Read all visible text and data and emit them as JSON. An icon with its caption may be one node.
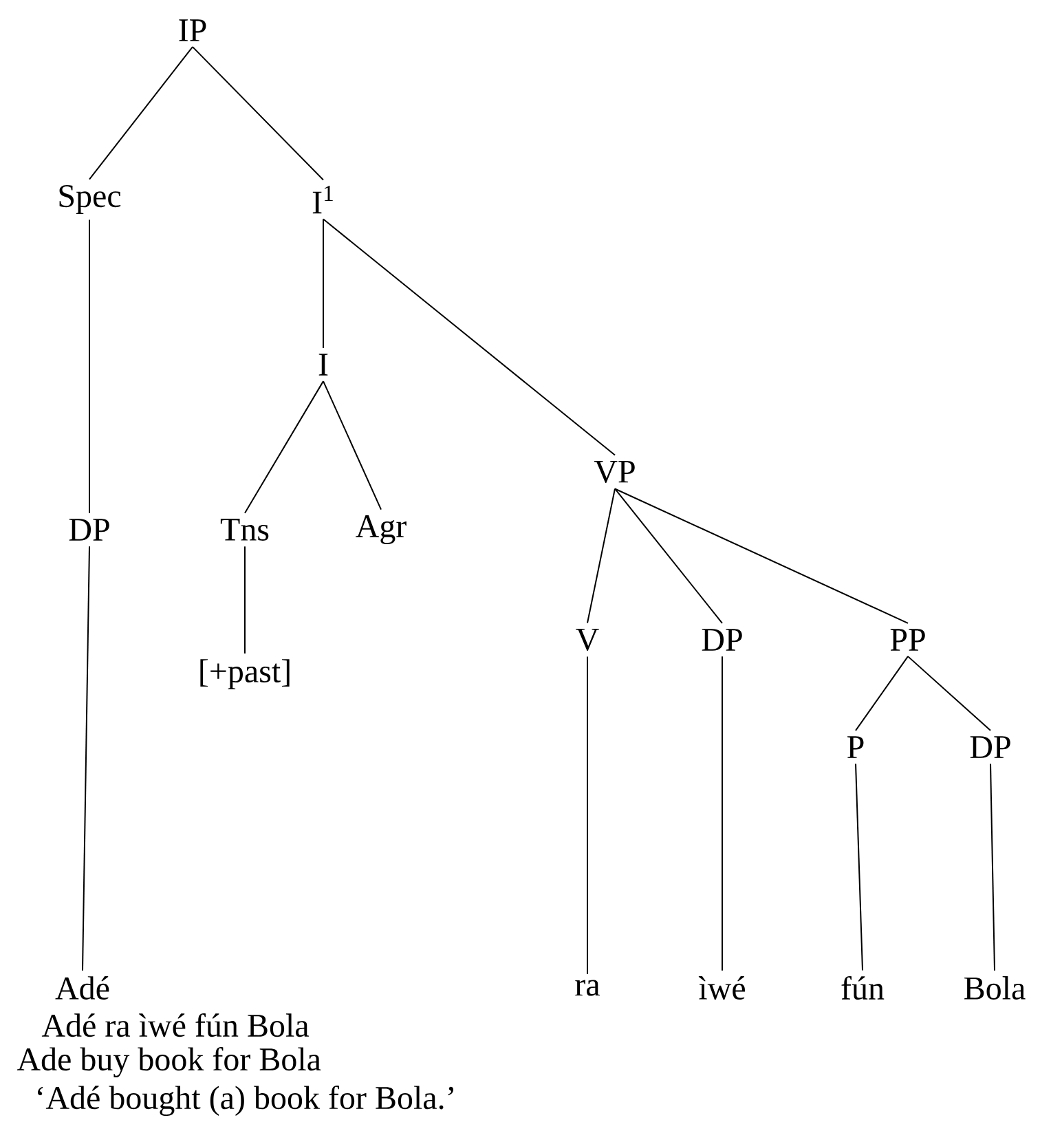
{
  "diagram": {
    "nodes": [
      {
        "text": [
          "IP"
        ]
      },
      {
        "text": [
          "Spec"
        ]
      },
      {
        "text": [
          "I$^{1}$"
        ]
      },
      {
        "text": [
          "I"
        ]
      },
      {
        "text": [
          "VP"
        ]
      },
      {
        "text": [
          "DP"
        ]
      },
      {
        "text": [
          "Tns"
        ]
      },
      {
        "text": [
          "Agr"
        ]
      },
      {
        "text": [
          "V"
        ]
      },
      {
        "text": [
          "DP"
        ]
      },
      {
        "text": [
          "PP"
        ]
      },
      {
        "text": [
          "[+past]"
        ]
      },
      {
        "text": [
          "P"
        ]
      },
      {
        "text": [
          "DP"
        ]
      },
      {
        "text": [
          "Adé"
        ]
      },
      {
        "text": [
          "ra"
        ]
      },
      {
        "text": [
          "ìwé"
        ]
      },
      {
        "text": [
          "fún"
        ]
      },
      {
        "text": [
          "Bola"
        ]
      }
    ],
    "edges": [
      {
        "from": 0,
        "to": 1,
        "arrow": "none"
      },
      {
        "from": 0,
        "to": 2,
        "arrow": "none"
      },
      {
        "from": 1,
        "to": 5,
        "arrow": "none"
      },
      {
        "from": 2,
        "to": 3,
        "arrow": "none"
      },
      {
        "from": 2,
        "to": 4,
        "arrow": "none"
      },
      {
        "from": 3,
        "to": 6,
        "arrow": "none"
      },
      {
        "from": 3,
        "to": 7,
        "arrow": "none"
      },
      {
        "from": 6,
        "to": 11,
        "arrow": "none"
      },
      {
        "from": 4,
        "to": 8,
        "arrow": "none"
      },
      {
        "from": 4,
        "to": 9,
        "arrow": "none"
      },
      {
        "from": 4,
        "to": 10,
        "arrow": "none"
      },
      {
        "from": 10,
        "to": 12,
        "arrow": "none"
      },
      {
        "from": 10,
        "to": 13,
        "arrow": "none"
      },
      {
        "from": 5,
        "to": 14,
        "arrow": "none"
      },
      {
        "from": 8,
        "to": 15,
        "arrow": "none"
      },
      {
        "from": 9,
        "to": 16,
        "arrow": "none"
      },
      {
        "from": 12,
        "to": 17,
        "arrow": "none"
      },
      {
        "from": 13,
        "to": 18,
        "arrow": "none"
      }
    ],
    "labels": [
      "Adé ra ìwé fún Bola",
      "Ade buy book for Bola",
      "‘Adé bought (a) book for Bola.’"
    ]
  }
}
